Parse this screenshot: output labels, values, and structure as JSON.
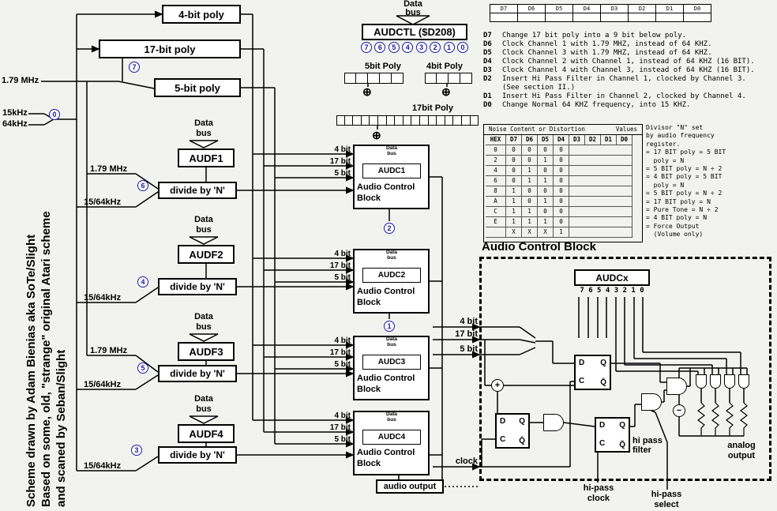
{
  "credits": {
    "line1": "Scheme drawn by Adam Bienias aka SoTe/Slight",
    "line2": "Based on some, old, \"strange\" original Atari scheme",
    "line3": "and scaned by Seban/Slight"
  },
  "left": {
    "mhz": "1.79 MHz",
    "khz15": "15kHz",
    "khz64": "64kHz",
    "sw7": "7",
    "sw0": "0"
  },
  "polys": {
    "p4": "4-bit poly",
    "p17": "17-bit poly",
    "p5": "5-bit poly"
  },
  "audctl": {
    "databus_l1": "Data",
    "databus_l2": "bus",
    "title": "AUDCTL ($D208)",
    "bits": [
      "7",
      "6",
      "5",
      "4",
      "3",
      "2",
      "1",
      "0"
    ]
  },
  "minipolys": {
    "p5": "5bit Poly",
    "p4": "4bit Poly",
    "p17": "17bit Poly"
  },
  "channels": [
    {
      "databus_l1": "Data",
      "databus_l2": "bus",
      "audf": "AUDF1",
      "divide": "divide by 'N'",
      "sw": "6",
      "mhz": "1.79 MHz",
      "khz": "15/64kHz",
      "in4": "4 bit",
      "in17": "17 bit",
      "in5": "5 bit",
      "audc": "AUDC1",
      "acb_l1": "Audio Control",
      "acb_l2": "Block",
      "below": "2"
    },
    {
      "databus_l1": "Data",
      "databus_l2": "bus",
      "audf": "AUDF2",
      "divide": "divide by 'N'",
      "sw": "4",
      "khz": "15/64kHz",
      "in4": "4 bit",
      "in17": "17 bit",
      "in5": "5 bit",
      "audc": "AUDC2",
      "acb_l1": "Audio Control",
      "acb_l2": "Block",
      "below": "1"
    },
    {
      "databus_l1": "Data",
      "databus_l2": "bus",
      "audf": "AUDF3",
      "divide": "divide by 'N'",
      "sw": "5",
      "mhz": "1.79 MHz",
      "khz": "15/64kHz",
      "in4": "4 bit",
      "in17": "17 bit",
      "in5": "5 bit",
      "audc": "AUDC3",
      "acb_l1": "Audio Control",
      "acb_l2": "Block"
    },
    {
      "databus_l1": "Data",
      "databus_l2": "bus",
      "audf": "AUDF4",
      "divide": "divide by 'N'",
      "sw": "3",
      "khz": "15/64kHz",
      "in4": "4 bit",
      "in17": "17 bit",
      "in5": "5 bit",
      "audc": "AUDC4",
      "acb_l1": "Audio Control",
      "acb_l2": "Block"
    }
  ],
  "audio_output": "audio output",
  "bit_register": {
    "cells": [
      "D7",
      "D6",
      "D5",
      "D4",
      "D3",
      "D2",
      "D1",
      "D0"
    ]
  },
  "bit_descriptions": [
    {
      "bit": "D7",
      "text": "Change 17 bit poly into a 9 bit below poly."
    },
    {
      "bit": "D6",
      "text": "Clock Channel 1 with 1.79 MHZ, instead of 64 KHZ."
    },
    {
      "bit": "D5",
      "text": "Clock Channel 3 with 1.79 MHZ, instead of 64 KHZ."
    },
    {
      "bit": "D4",
      "text": "Clock Channel 2 with Channel 1, instead of 64 KHZ (16 BIT)."
    },
    {
      "bit": "D3",
      "text": "Clock Channel 4 with Channel 3, instead of 64 KHZ (16 BIT)."
    },
    {
      "bit": "D2",
      "text": "Insert Hi Pass Filter in Channel 1, clocked by Channel 3.",
      "text2": "(See section II.)"
    },
    {
      "bit": "D1",
      "text": "Insert Hi Pass Filter in Channel 2, clocked by Channel 4."
    },
    {
      "bit": "D0",
      "text": "Change Normal 64 KHZ frequency, into 15 KHZ."
    }
  ],
  "noise_table": {
    "title_left": "Noise Content or Distortion",
    "title_right": "Values",
    "headers": [
      "HEX",
      "D7",
      "D6",
      "D5",
      "D4",
      "D3",
      "D2",
      "D1",
      "D0"
    ],
    "rows": [
      {
        "hex": "0",
        "bits": [
          "0",
          "0",
          "0",
          "0"
        ]
      },
      {
        "hex": "2",
        "bits": [
          "0",
          "0",
          "1",
          "0"
        ]
      },
      {
        "hex": "4",
        "bits": [
          "0",
          "1",
          "0",
          "0"
        ]
      },
      {
        "hex": "6",
        "bits": [
          "0",
          "1",
          "1",
          "0"
        ]
      },
      {
        "hex": "8",
        "bits": [
          "1",
          "0",
          "0",
          "0"
        ]
      },
      {
        "hex": "A",
        "bits": [
          "1",
          "0",
          "1",
          "0"
        ]
      },
      {
        "hex": "C",
        "bits": [
          "1",
          "1",
          "0",
          "0"
        ]
      },
      {
        "hex": "E",
        "bits": [
          "1",
          "1",
          "1",
          "0"
        ]
      },
      {
        "hex": "",
        "bits": [
          "X",
          "X",
          "X",
          "1"
        ]
      }
    ],
    "notes": [
      "Divisor \"N\" set",
      "by audio frequency",
      "register.",
      "= 17 BIT poly = 5 BIT",
      "  poly = N",
      "= 5 BIT poly = N ÷ 2",
      "= 4 BIT poly = 5 BIT",
      "  poly = N",
      "= 5 BIT poly = N ÷ 2",
      "= 17 BIT poly = N",
      "= Pure Tone = N ÷ 2",
      "= 4 BIT poly = N",
      "= Force Output",
      "  (Volume only)"
    ]
  },
  "acb_detail": {
    "title": "Audio Control Block",
    "audcx": "AUDCx",
    "bits": "7 6 5 4 3 2 1 0",
    "in4": "4 bit",
    "in17": "17 bit",
    "in5": "5 bit",
    "clock": "clock",
    "ff_d": "D",
    "ff_c": "C",
    "ff_q": "Q",
    "ff_qn": "Q̄",
    "hipass_filter_l1": "hi pass",
    "hipass_filter_l2": "filter",
    "analog_l1": "analog",
    "analog_l2": "output",
    "hipass_clock_l1": "hi-pass",
    "hipass_clock_l2": "clock",
    "hipass_select_l1": "hi-pass",
    "hipass_select_l2": "select",
    "plus": "+",
    "minus": "−"
  }
}
